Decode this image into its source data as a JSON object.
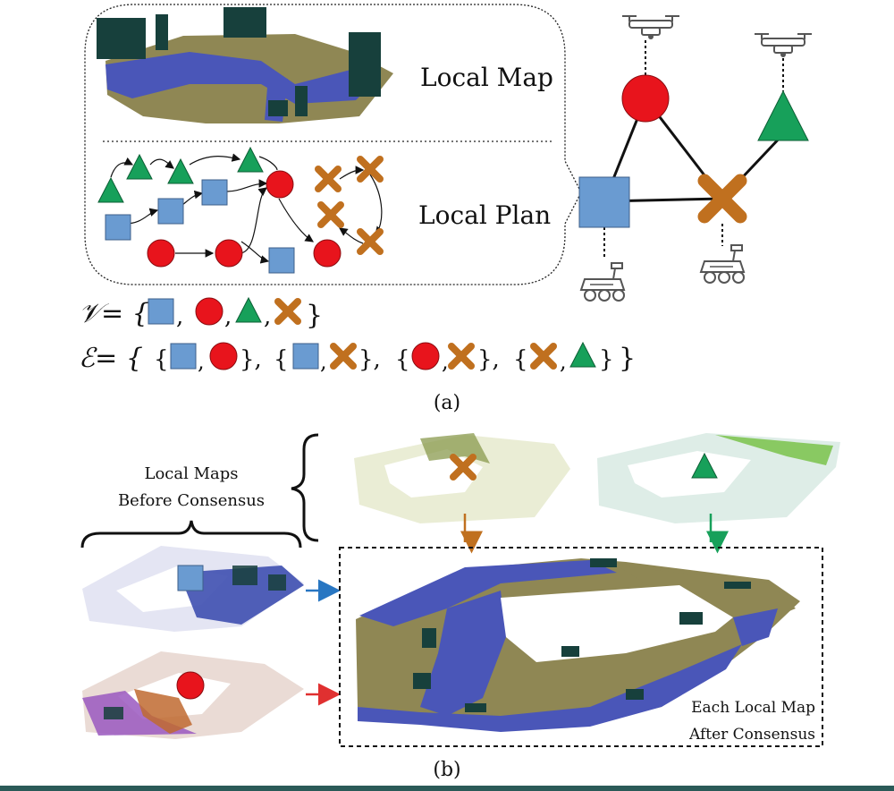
{
  "panel_a": {
    "local_map_label": "Local Map",
    "local_plan_label": "Local Plan",
    "vertex_set_prefix": "𝒱= {",
    "edge_set_prefix": "ℰ= {",
    "caption": "(a)"
  },
  "panel_b": {
    "before_line1": "Local Maps",
    "before_line2": "Before Consensus",
    "after_line1": "Each Local Map",
    "after_line2": "After Consensus",
    "caption": "(b)"
  },
  "colors": {
    "square": "#6a9bd1",
    "circle": "#e8141c",
    "triangle": "#17a05a",
    "cross": "#c0701f",
    "map_blue": "#4a56b8",
    "map_olive": "#8f8754",
    "map_dark": "#17403c",
    "arrow_blue": "#2876c2",
    "arrow_red": "#e03030",
    "arrow_orange": "#c0701f",
    "arrow_green": "#17a05a"
  },
  "icons": [
    "drone-icon",
    "rover-icon"
  ]
}
